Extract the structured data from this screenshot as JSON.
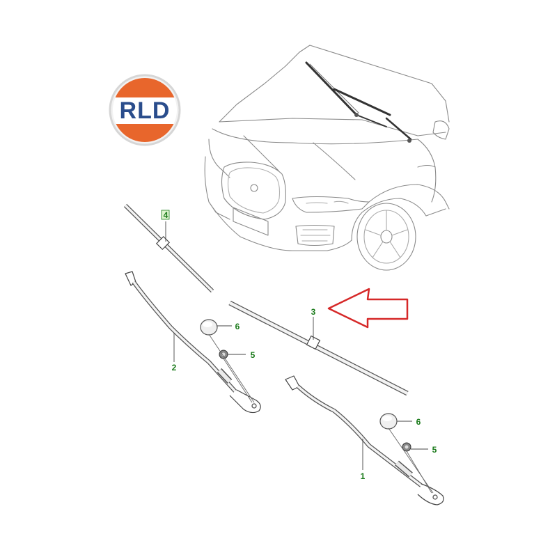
{
  "logo": {
    "text": "RLD",
    "colors": {
      "top": "#e8662c",
      "bottom": "#e8662c",
      "band": "#ffffff",
      "text": "#2a4d8c",
      "ring": "#d6d6d6"
    }
  },
  "callout_color": "#1a7a1a",
  "arrow_color": "#d62828",
  "line_color": "#555555",
  "callouts": {
    "c1": "1",
    "c2": "2",
    "c3": "3",
    "c4": "4",
    "c5a": "5",
    "c5b": "5",
    "c6a": "6",
    "c6b": "6"
  }
}
